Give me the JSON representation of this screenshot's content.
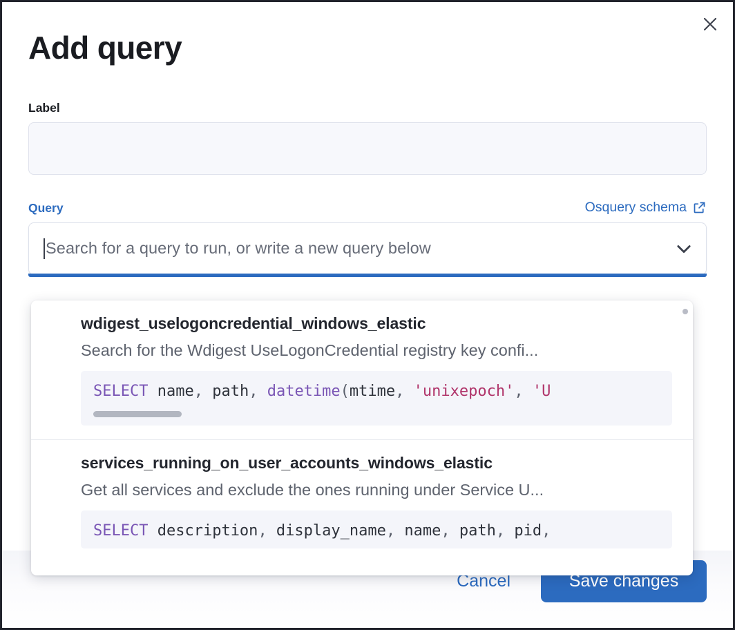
{
  "modal": {
    "title": "Add query",
    "close_icon": "close-icon"
  },
  "label_field": {
    "label": "Label",
    "value": "",
    "placeholder": ""
  },
  "query_field": {
    "label": "Query",
    "schema_link": {
      "text": "Osquery schema",
      "icon": "external-link-icon"
    },
    "combobox": {
      "value": "",
      "placeholder": "Search for a query to run, or write a new query below",
      "chevron_icon": "chevron-down-icon"
    }
  },
  "dropdown": {
    "items": [
      {
        "title": "wdigest_uselogoncredential_windows_elastic",
        "description": "Search for the Wdigest UseLogonCredential registry key confi...",
        "code_tokens": [
          {
            "t": "SELECT",
            "c": "kw"
          },
          {
            "t": " name",
            "c": "id"
          },
          {
            "t": ",",
            "c": "punc"
          },
          {
            "t": " path",
            "c": "id"
          },
          {
            "t": ",",
            "c": "punc"
          },
          {
            "t": " ",
            "c": "id"
          },
          {
            "t": "datetime",
            "c": "fn"
          },
          {
            "t": "(",
            "c": "punc"
          },
          {
            "t": "mtime",
            "c": "id"
          },
          {
            "t": ",",
            "c": "punc"
          },
          {
            "t": " ",
            "c": "id"
          },
          {
            "t": "'unixepoch'",
            "c": "str"
          },
          {
            "t": ",",
            "c": "punc"
          },
          {
            "t": " ",
            "c": "id"
          },
          {
            "t": "'U",
            "c": "str"
          }
        ]
      },
      {
        "title": "services_running_on_user_accounts_windows_elastic",
        "description": "Get all services and exclude the ones running under Service U...",
        "code_tokens": [
          {
            "t": "SELECT",
            "c": "kw"
          },
          {
            "t": " description",
            "c": "id"
          },
          {
            "t": ",",
            "c": "punc"
          },
          {
            "t": " display_name",
            "c": "id"
          },
          {
            "t": ",",
            "c": "punc"
          },
          {
            "t": " name",
            "c": "id"
          },
          {
            "t": ",",
            "c": "punc"
          },
          {
            "t": " path",
            "c": "id"
          },
          {
            "t": ",",
            "c": "punc"
          },
          {
            "t": " pid",
            "c": "id"
          },
          {
            "t": ",",
            "c": "punc"
          }
        ]
      }
    ]
  },
  "footer": {
    "cancel_label": "Cancel",
    "save_label": "Save changes"
  },
  "colors": {
    "accent": "#2c6bbf",
    "title": "#1a1c21",
    "muted": "#5e636e",
    "code_bg": "#f4f5fa",
    "keyword": "#7a56b5",
    "string": "#b0346a"
  }
}
